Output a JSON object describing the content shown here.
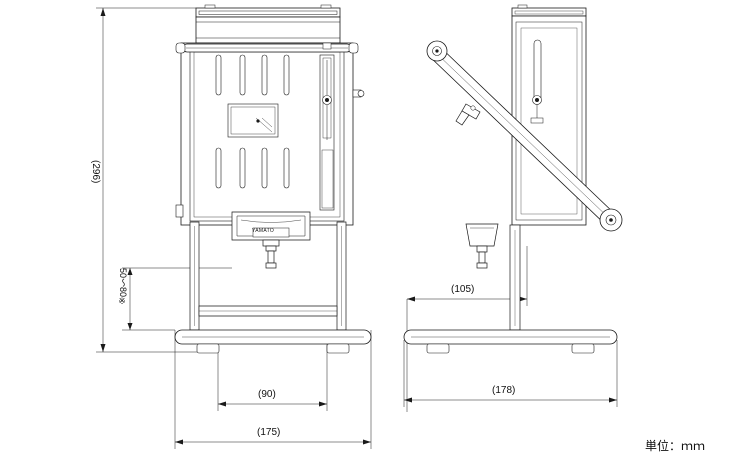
{
  "drawing": {
    "title": "mechanical-dimension-drawing",
    "unit_note": "単位：ｍｍ",
    "line_color": "#1a1a1a",
    "fill_color": "#ffffff",
    "dimensions": {
      "height_total": "(296)",
      "height_adjust": "50〜80※",
      "front_base_inner": "(90)",
      "front_base_outer": "(175)",
      "side_upper": "(105)",
      "side_base": "(178)"
    },
    "labels": {
      "panel_text": "YAMATO"
    }
  }
}
